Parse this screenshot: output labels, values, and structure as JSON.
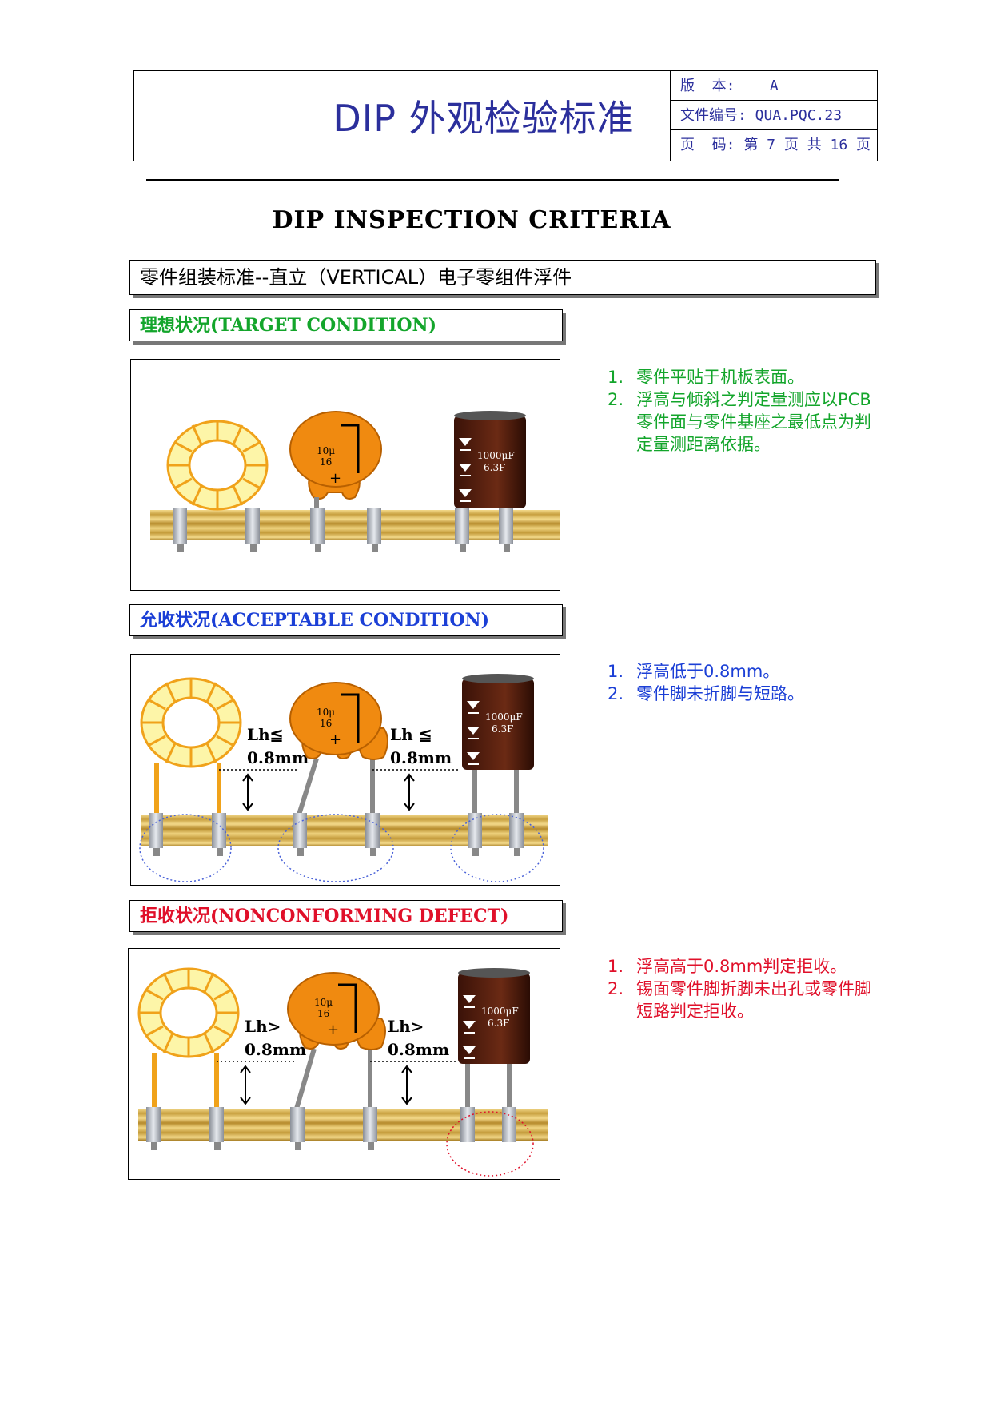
{
  "header": {
    "title": "DIP 外观检验标准",
    "version_label": "版  本:    A",
    "doc_no_label": "文件编号: QUA.PQC.23",
    "page_label": "页  码: 第 7 页 共 16 页"
  },
  "main_title": "DIP  INSPECTION  CRITERIA",
  "section_title": "零件组装标准--直立（VERTICAL）电子零组件浮件",
  "target": {
    "label": "理想状况(TARGET CONDITION)",
    "color": "#13a52b",
    "notes": [
      {
        "num": "1.",
        "text": "零件平贴于机板表面。"
      },
      {
        "num": "2.",
        "text": "浮高与倾斜之判定量测应以PCB零件面与零件基座之最低点为判定量测距离依据。"
      }
    ]
  },
  "acceptable": {
    "label": "允收状况(ACCEPTABLE CONDITION)",
    "color": "#1b3fd6",
    "notes": [
      {
        "num": "1.",
        "text": "浮高低于0.8mm。"
      },
      {
        "num": "2.",
        "text": "零件脚未折脚与短路。"
      }
    ],
    "lh_label": "Lh≦",
    "lh_label_2": "Lh ≦",
    "lh_value": "0.8mm"
  },
  "reject": {
    "label": "拒收状况(NONCONFORMING DEFECT)",
    "color": "#e0102a",
    "notes": [
      {
        "num": "1.",
        "text": "浮高高于0.8mm判定拒收。"
      },
      {
        "num": "2.",
        "text": "锡面零件脚折脚未出孔或零件脚短路判定拒收。"
      }
    ],
    "lh_label": "Lh>",
    "lh_value": "0.8mm"
  },
  "components": {
    "cap_small_value": "10μ",
    "cap_small_voltage": "16",
    "cap_small_polarity": "+",
    "cap_large_value": "1000μF",
    "cap_large_voltage": "6.3F"
  }
}
